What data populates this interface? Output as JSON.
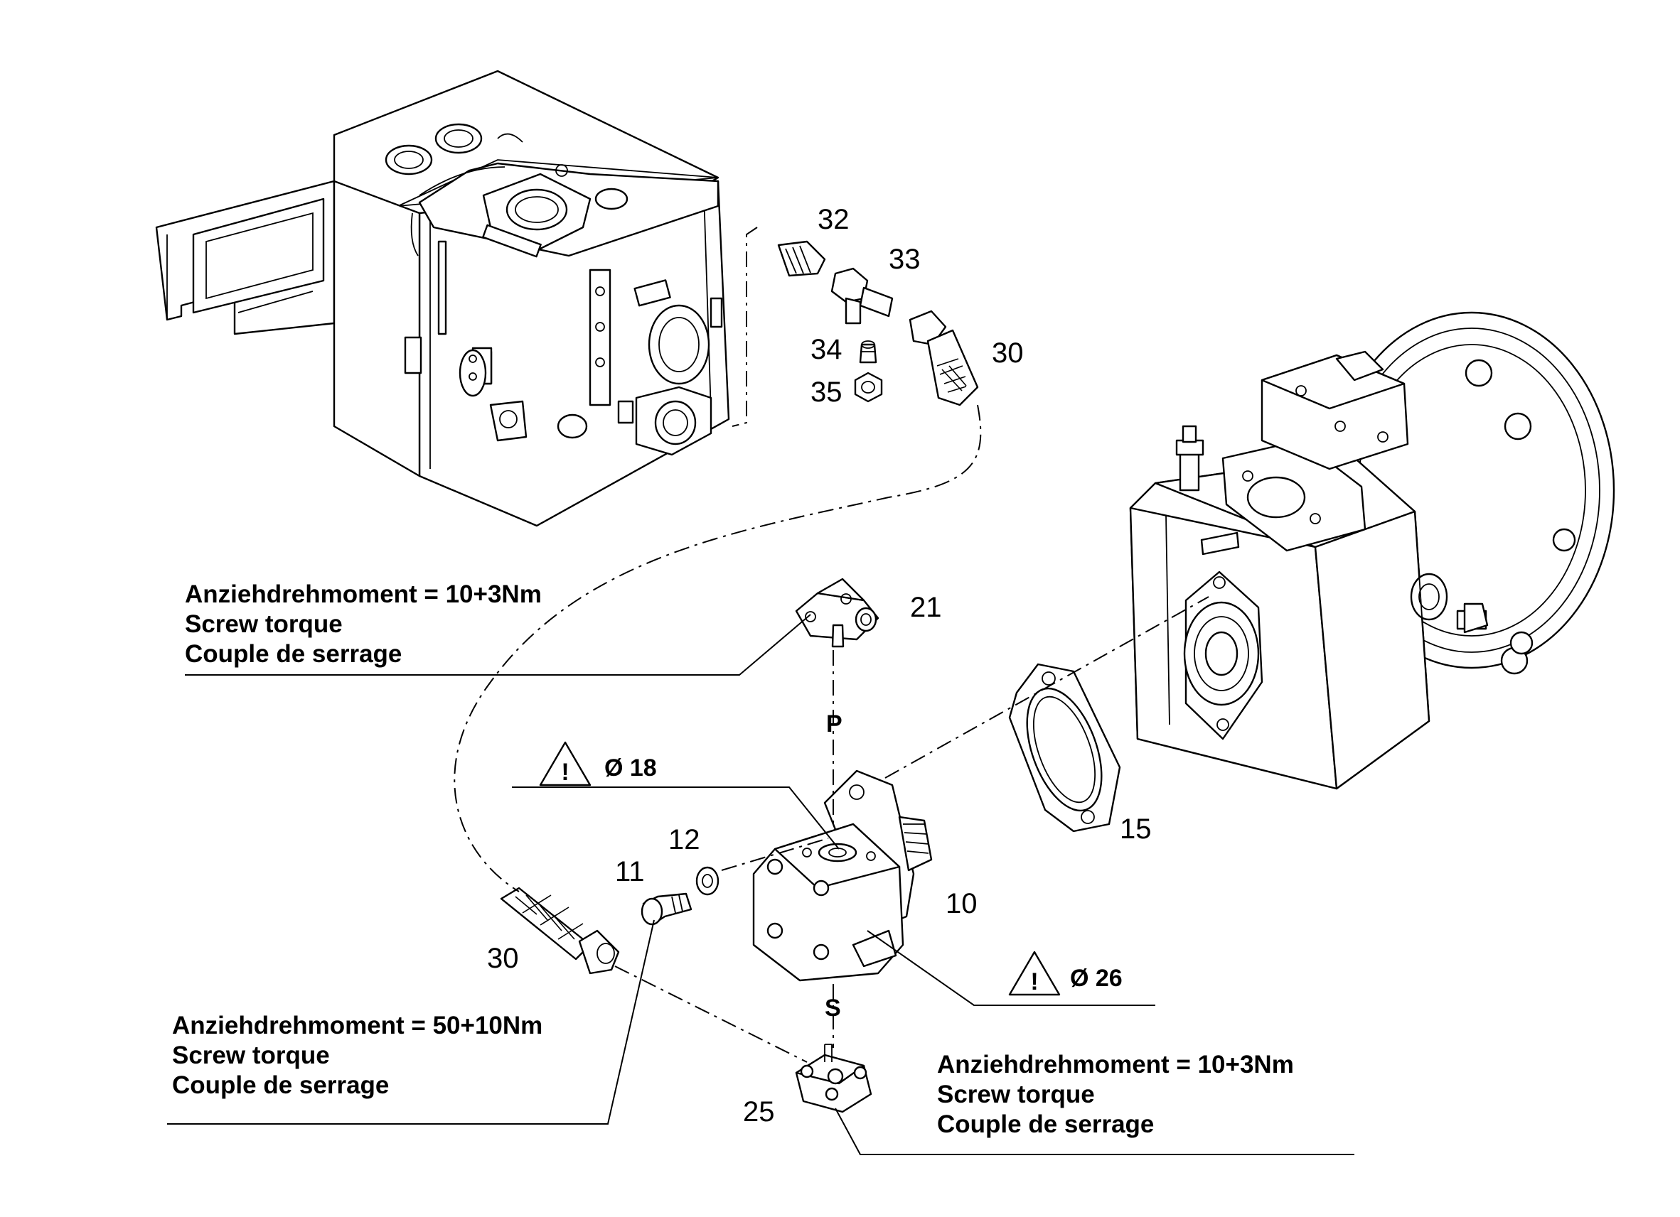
{
  "callouts": {
    "c32": "32",
    "c33": "33",
    "c34": "34",
    "c35": "35",
    "c30_top": "30",
    "c21": "21",
    "c15": "15",
    "c12": "12",
    "c11": "11",
    "c10": "10",
    "c30_bottom": "30",
    "c25": "25"
  },
  "ports": {
    "pressure": "P",
    "suction": "S"
  },
  "warnings": {
    "upper": "Ø 18",
    "lower": "Ø 26",
    "symbol": "!"
  },
  "torque_notes": {
    "top": {
      "de": "Anziehdrehmoment = 10+3Nm",
      "en": "Screw torque",
      "fr": "Couple de serrage"
    },
    "left": {
      "de": "Anziehdrehmoment = 50+10Nm",
      "en": "Screw torque",
      "fr": "Couple de serrage"
    },
    "right": {
      "de": "Anziehdrehmoment = 10+3Nm",
      "en": "Screw torque",
      "fr": "Couple de serrage"
    }
  },
  "colors": {
    "line": "#000000",
    "background": "#ffffff"
  }
}
